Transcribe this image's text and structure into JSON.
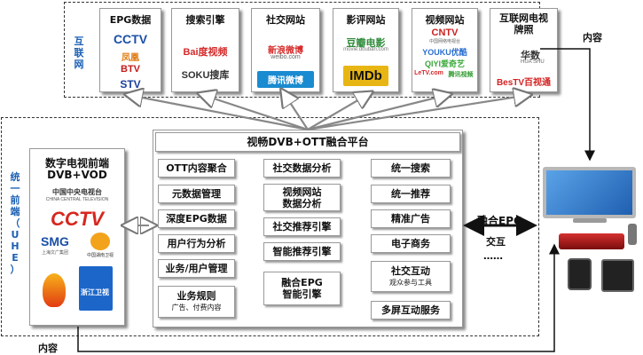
{
  "internet": {
    "label": "互联网",
    "panels": [
      {
        "title": "EPG数据",
        "logos": [
          "CCTV",
          "凤凰",
          "BTV",
          "STV"
        ]
      },
      {
        "title": "搜索引擎",
        "logos": [
          "Bai度视频",
          "SOKU搜库"
        ]
      },
      {
        "title": "社交网站",
        "logos": [
          "新浪微博",
          "weibo.com",
          "腾讯微博"
        ]
      },
      {
        "title": "影评网站",
        "logos": [
          "豆瓣电影",
          "movie.douban.com",
          "IMDb"
        ]
      },
      {
        "title": "视频网站",
        "logos": [
          "CNTV",
          "中国网络电视台",
          "YOUKU优酷",
          "QIYI爱奇艺",
          "LeTV.com",
          "腾讯视频"
        ]
      },
      {
        "title": "互联网电视牌照",
        "logos": [
          "华数",
          "HUA SHU",
          "BesTV百视通"
        ]
      }
    ]
  },
  "labels": {
    "content_right": "内容",
    "content_bottom": "内容",
    "fusion_epg": "融合EPG",
    "interaction": "交互",
    "ellipsis": "……"
  },
  "frontend": {
    "vertical_label_lines": [
      "统",
      "一",
      "前",
      "端",
      "（",
      "U",
      "H",
      "E",
      "）"
    ],
    "panel": {
      "title": "数字电视前端",
      "subtitle": "DVB+VOD",
      "logos": [
        "中国中央电视台",
        "CHINA CENTRAL TELEVISION",
        "CCTV",
        "SMG",
        "上海文广集团",
        "中国湖南卫视",
        "浙江卫视"
      ]
    }
  },
  "platform": {
    "title": "视畅DVB+OTT融合平台",
    "left_col": [
      {
        "line1": "OTT内容聚合"
      },
      {
        "line1": "元数据管理"
      },
      {
        "line1": "深度EPG数据"
      },
      {
        "line1": "用户行为分析"
      },
      {
        "line1": "业务/用户管理"
      },
      {
        "line1": "业务规则",
        "line2": "广告、付费内容"
      }
    ],
    "mid_col": [
      {
        "line1": "社交数据分析"
      },
      {
        "line1": "视频网站",
        "line2": "数据分析"
      },
      {
        "line1": "社交推荐引擎"
      },
      {
        "line1": "智能推荐引擎"
      },
      {
        "line1": "融合EPG",
        "line2": "智能引擎"
      }
    ],
    "right_col": [
      {
        "line1": "统一搜索"
      },
      {
        "line1": "统一推荐"
      },
      {
        "line1": "精准广告"
      },
      {
        "line1": "电子商务"
      },
      {
        "line1": "社交互动",
        "line2": "观众参与工具"
      },
      {
        "line1": "多屏互动服务"
      }
    ]
  },
  "colors": {
    "accent_blue": "#1a5fb4",
    "cctv_red": "#d7261e",
    "tv_screen": "#2a73c8",
    "stb_red": "#b01818"
  }
}
